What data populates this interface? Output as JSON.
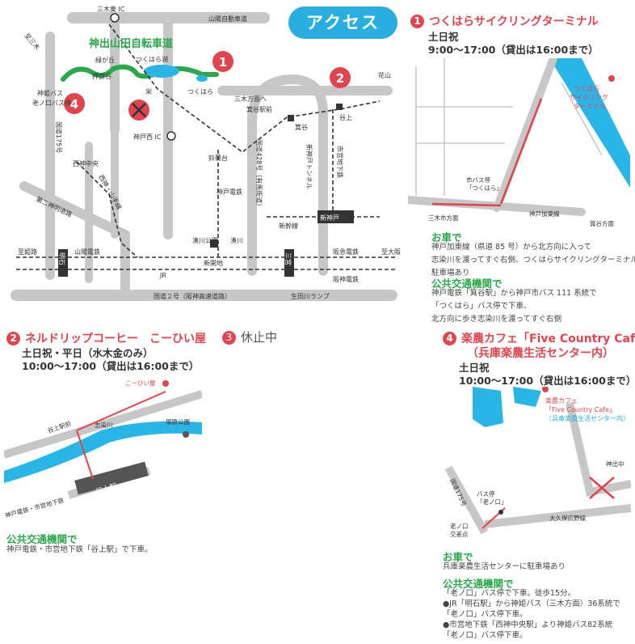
{
  "access_label": "アクセス",
  "main_map": {
    "title": "神出山田自転車道",
    "marker1": "1",
    "marker2": "2",
    "marker4": "4",
    "labels": {
      "sanbohigashi_ic": "三木東 IC",
      "sanyo_expressway": "山陽自動車道",
      "sanmoki_left": "至三木",
      "midorigaoka": "緑が丘",
      "tsukuhara_lake": "つくはら湖",
      "oshibeya": "押部谷",
      "sakae": "栄",
      "tsukuhara": "つくはら",
      "to_miki": "三木方面へ",
      "minodani_st": "箕谷駅前",
      "minodani": "箕谷",
      "kobenishi_ic": "神戸西 IC",
      "hanayama": "花山",
      "taniue": "谷上",
      "kannan_bus": "神姫バス",
      "ono_bus": "老ノ口バス停",
      "route175": "国道175号",
      "nishikami_chuo": "西神中央",
      "seishin_line": "西神・山手線",
      "suzurandai": "鈴蘭台",
      "kobe_railway": "神戸電鉄",
      "route28": "国道428号（有馬街道）",
      "shinkobe_tunnel": "新神戸トンネル",
      "subway": "市営地下鉄",
      "shinkansen": "新幹線",
      "shinkobe": "新神戸",
      "daini_shinmei": "第二神明道路",
      "minatogawa_park": "湊川公園",
      "minatogawa": "湊川",
      "to_himeji": "至姫路",
      "sanyo_railway": "山陽電鉄",
      "akashi": "明石",
      "shinkaichi": "新開地",
      "sannomiya": "三宮",
      "hankyu": "阪急電鉄",
      "hanshin": "阪神電鉄",
      "to_osaka": "至大阪",
      "jr": "JR",
      "route2": "国道２号（阪神高速道路）",
      "ikutagawa": "生田川ランプ"
    }
  },
  "spot1": {
    "number": "1",
    "title": "つくはらサイクリングターミナル",
    "days": "土日祝",
    "hours": "9:00～17:00（貸出は16:00まで）",
    "map": {
      "terminal": "つくはら\nサイクリング\nターミナル",
      "bus_stop": "市バス停\n「つくはら」",
      "road": "神戸加東線",
      "to_miki": "三木市方面",
      "to_minodani": "箕谷方面"
    },
    "car_heading": "お車で",
    "car_text": [
      "神戸加東線（県道 85 号）から北方向に入って",
      "志染川を渡ってすぐ右側、つくはらサイクリングターミナルに",
      "駐車場あり"
    ],
    "transit_heading": "公共交通機関で",
    "transit_text": [
      "神戸電鉄「箕谷駅」から神戸市バス 111 系統で",
      "「つくはら」バス停で下車、",
      "北方向に歩き志染川を渡ってすぐ右側"
    ]
  },
  "spot2": {
    "number": "2",
    "title": "ネルドリップコーヒー　こーひい屋",
    "days": "土日祝・平日（水木金のみ）",
    "hours": "10:00～17:00（貸出は16:00まで）",
    "map": {
      "shop": "こーひい屋",
      "taniue_st_front": "谷上駅前",
      "shijimi": "志染川",
      "park": "塚原公園",
      "station": "谷上駅",
      "lines": "神戸電鉄・市営地下鉄"
    },
    "transit_heading": "公共交通機関で",
    "transit_text": "神戸電鉄・市営地下鉄「谷上駅」で下車。"
  },
  "spot3": {
    "number": "3",
    "title": "休止中"
  },
  "spot4": {
    "number": "4",
    "title": "楽農カフェ「Five Country Cafe」",
    "subtitle": "（兵庫楽農生活センター内）",
    "days": "土日祝",
    "hours": "10:00～17:00（貸出は16:00まで）",
    "map": {
      "cafe1": "楽農カフェ",
      "cafe2": "「Five Country Cafe」",
      "cafe3": "（兵庫楽農生活センター内）",
      "kande_naka": "神出中",
      "route175": "国道175号",
      "bus_stop": "バス停\n「老ノ口」",
      "onoguchi": "老ノ口\n交差点",
      "okubo": "大久保広野線"
    },
    "car_heading": "お車で",
    "car_text": "兵庫楽農生活センターに駐車場あり",
    "transit_heading": "公共交通機関で",
    "transit_text": [
      "「老ノ口」バス停で下車。徒歩15分。",
      "●JR「明石駅」から神姫バス（三木方面）36系統で",
      "「老ノ口」バス停下車。",
      "●市営地下鉄「西神中央駅」より神姫バス82系統",
      "「老ノ口」バス停下車。"
    ]
  },
  "colors": {
    "blue": "#2aaee0",
    "red": "#e0454e",
    "green": "#2aa84a",
    "road": "#c7c7c7",
    "water": "#29b6e6"
  }
}
